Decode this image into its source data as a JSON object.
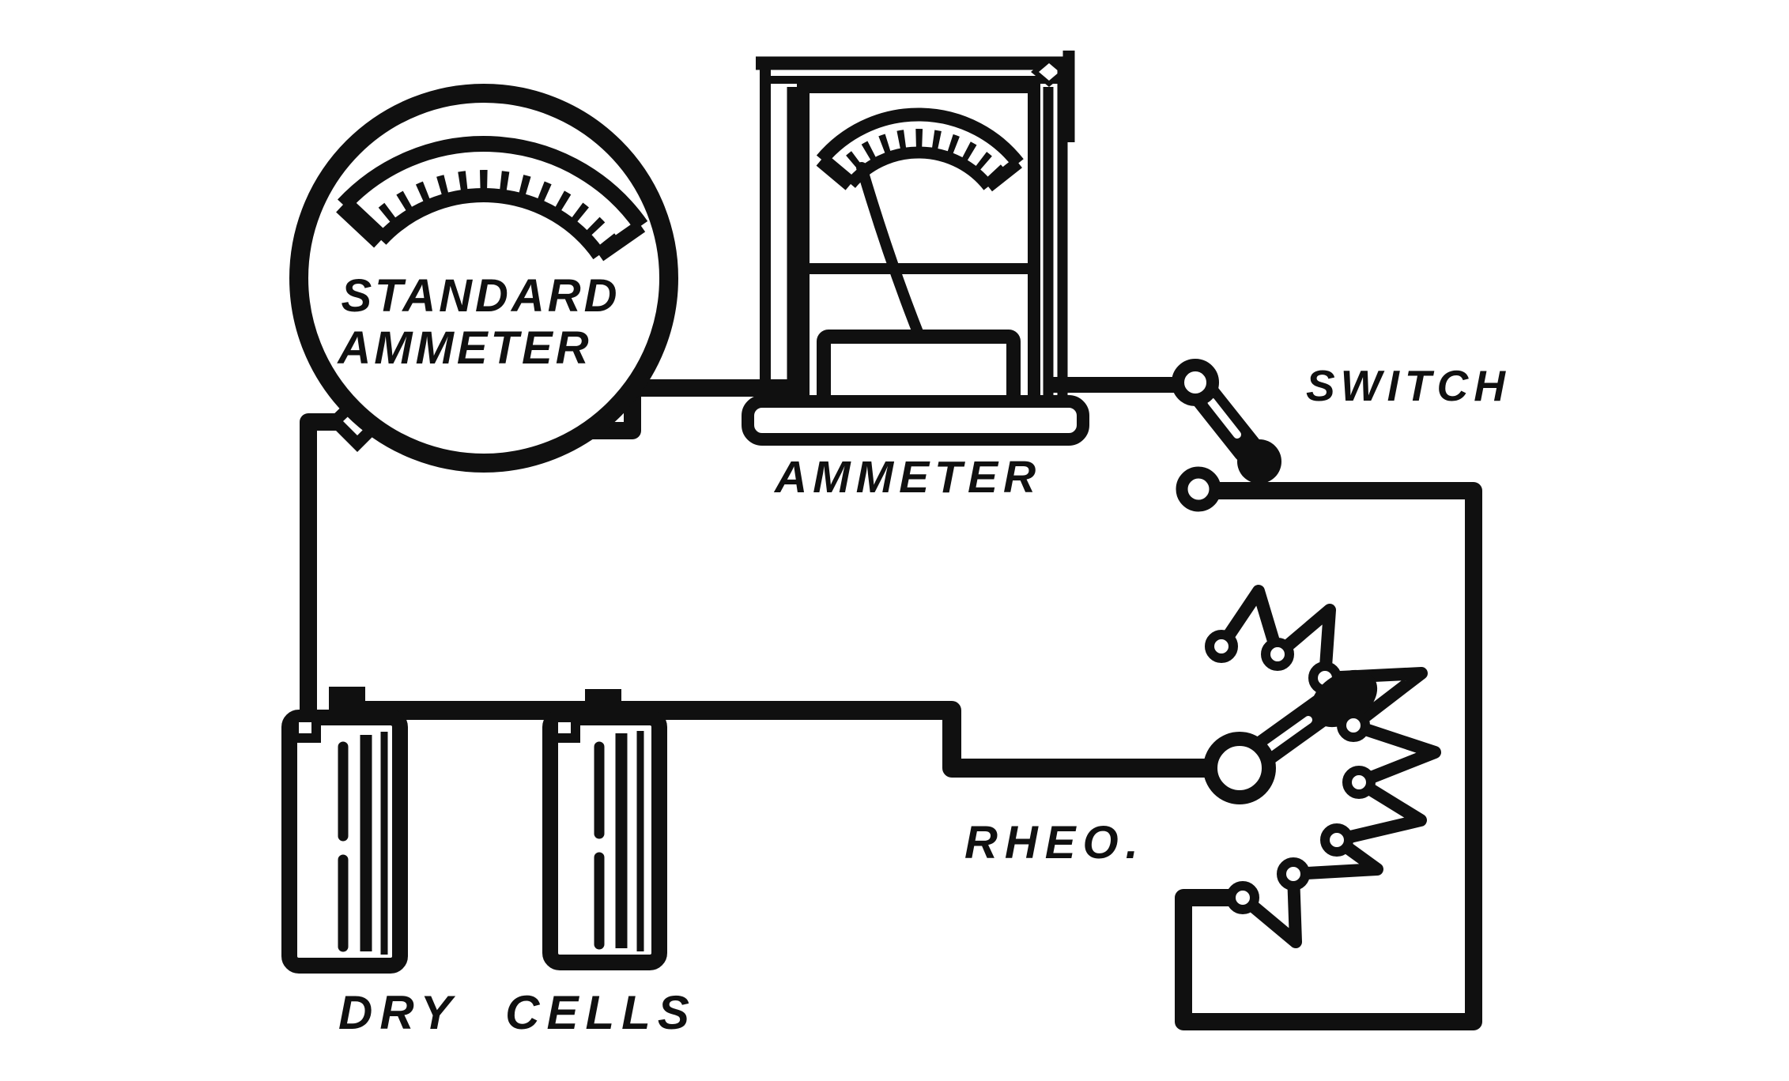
{
  "figure": {
    "type": "circuit-diagram",
    "style": "vintage-ink-drawing",
    "ink_color": "#101010",
    "background_color": "#ffffff"
  },
  "labels": {
    "standard_ammeter": [
      "STANDARD",
      "AMMETER"
    ],
    "panel_ammeter": "AMMETER",
    "switch": "SWITCH",
    "rheostat": "RHEO.",
    "dry_cells": "DRY CELLS"
  },
  "components": [
    {
      "id": "standard-ammeter",
      "label": "STANDARD AMMETER",
      "kind": "round-dial-meter"
    },
    {
      "id": "panel-ammeter",
      "label": "AMMETER",
      "kind": "meter-on-stand"
    },
    {
      "id": "switch",
      "label": "SWITCH",
      "kind": "knife-switch",
      "state": "open"
    },
    {
      "id": "rheostat",
      "label": "RHEO.",
      "kind": "rotary-rheostat",
      "contact_studs": 8
    },
    {
      "id": "dry-cells",
      "label": "DRY CELLS",
      "kind": "battery",
      "cell_count": 2
    }
  ]
}
